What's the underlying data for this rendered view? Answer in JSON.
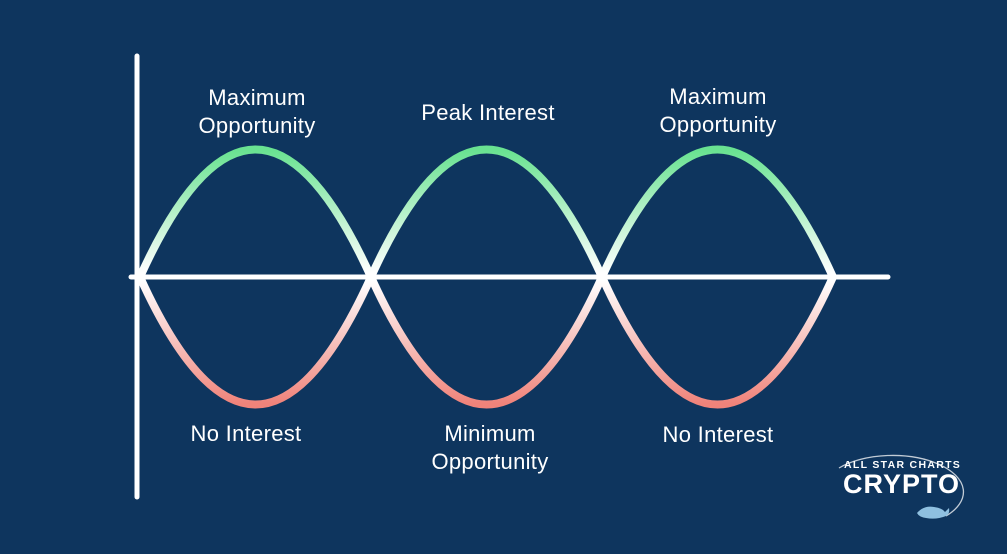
{
  "colors": {
    "background": "#0e355e",
    "wave_green": "#69e291",
    "wave_red": "#f0837a",
    "axis": "#ffffff",
    "whale_blue": "#8fc0e0"
  },
  "diagram": {
    "top_labels": [
      {
        "text": "Maximum\nOpportunity"
      },
      {
        "text": "Peak Interest"
      },
      {
        "text": "Maximum\nOpportunity"
      }
    ],
    "bottom_labels": [
      {
        "text": "No Interest"
      },
      {
        "text": "Minimum\nOpportunity"
      },
      {
        "text": "No Interest"
      }
    ]
  },
  "logo": {
    "line1": "ALL STAR CHARTS",
    "line2": "CRYPTO"
  }
}
